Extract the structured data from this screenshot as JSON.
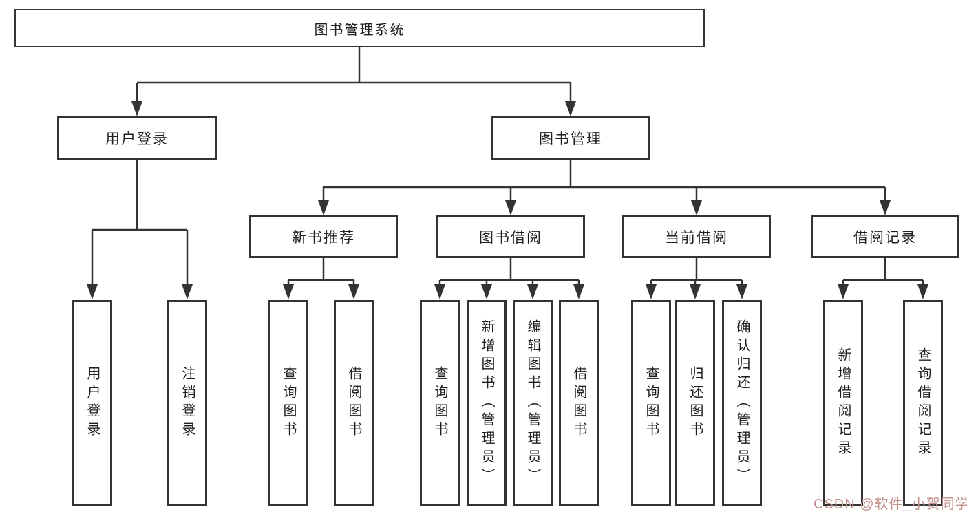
{
  "diagram": {
    "tree": {
      "label": "图书管理系统",
      "children": [
        {
          "label": "用户登录",
          "children": [
            {
              "label": "用户登录"
            },
            {
              "label": "注销登录"
            }
          ]
        },
        {
          "label": "图书管理",
          "children": [
            {
              "label": "新书推荐",
              "children": [
                {
                  "label": "查询图书"
                },
                {
                  "label": "借阅图书"
                }
              ]
            },
            {
              "label": "图书借阅",
              "children": [
                {
                  "label": "查询图书"
                },
                {
                  "label": "新增图书（管理员）"
                },
                {
                  "label": "编辑图书（管理员）"
                },
                {
                  "label": "借阅图书"
                }
              ]
            },
            {
              "label": "当前借阅",
              "children": [
                {
                  "label": "查询图书"
                },
                {
                  "label": "归还图书"
                },
                {
                  "label": "确认归还（管理员）"
                }
              ]
            },
            {
              "label": "借阅记录",
              "children": [
                {
                  "label": "新增借阅记录"
                },
                {
                  "label": "查询借阅记录"
                }
              ]
            }
          ]
        }
      ]
    },
    "colors": {
      "line": "#333333",
      "box_border": "#333333",
      "text": "#1f1f1f",
      "background": "#ffffff"
    }
  },
  "watermark": {
    "text": "CSDN @软件_小贺同学",
    "color": "#c4928c"
  }
}
